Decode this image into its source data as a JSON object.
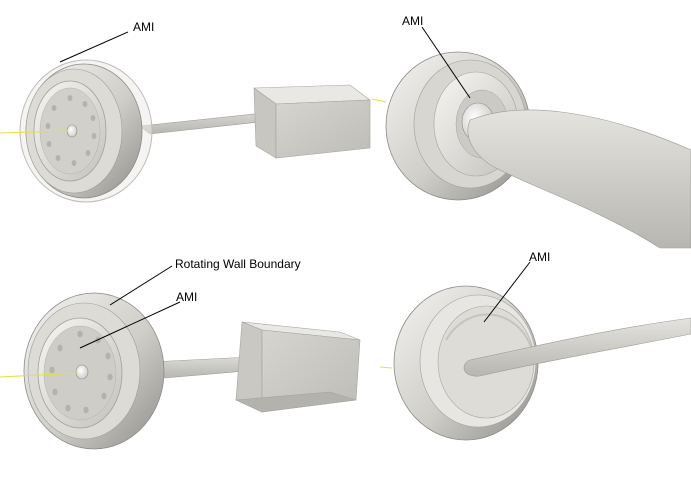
{
  "annotations": {
    "top_left": "AMI",
    "top_right": "AMI",
    "bottom_left_outer": "Rotating Wall Boundary",
    "bottom_left_inner": "AMI",
    "bottom_right": "AMI"
  },
  "colors": {
    "background": "#ffffff",
    "surface_light": "#f2f1ee",
    "surface_mid": "#d8d7d2",
    "surface_dark": "#a9a8a3",
    "surface_shadow": "#7f7e7a",
    "axis_line": "#e6e13a",
    "leader_line": "#000000"
  },
  "panels": [
    {
      "position": "top-left",
      "view": "wheel with AMI shell, arm and block"
    },
    {
      "position": "top-right",
      "view": "wheel rear with tapered arm"
    },
    {
      "position": "bottom-left",
      "view": "wheel with rotating wall boundary, arm and block"
    },
    {
      "position": "bottom-right",
      "view": "wheel rear with hub disc and arm"
    }
  ]
}
